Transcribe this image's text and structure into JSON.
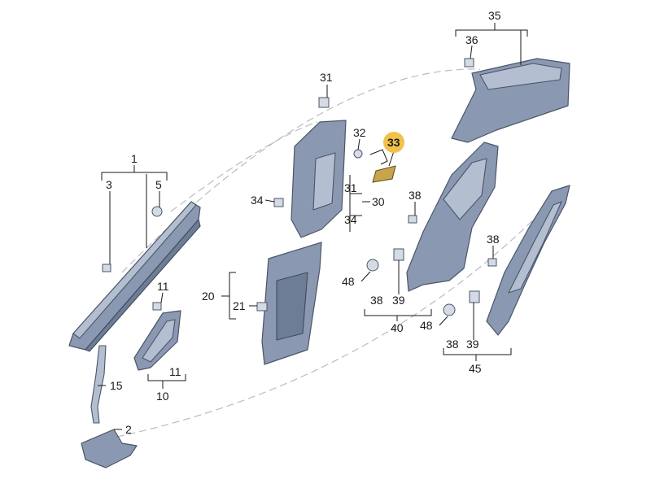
{
  "title": "Pillar trim panels — exploded parts diagram",
  "highlight_color": "#f0c24a",
  "part_color": "#8a99b1",
  "labels": {
    "p1": "1",
    "p2": "2",
    "p3": "3",
    "p5": "5",
    "p10": "10",
    "p11a": "11",
    "p11b": "11",
    "p15": "15",
    "p20": "20",
    "p21": "21",
    "p30": "30",
    "p31a": "31",
    "p31b": "31",
    "p32": "32",
    "p33": "33",
    "p34a": "34",
    "p34b": "34",
    "p35": "35",
    "p36": "36",
    "p38a": "38",
    "p38b": "38",
    "p38c": "38",
    "p38d": "38",
    "p39a": "39",
    "p39b": "39",
    "p40": "40",
    "p45": "45",
    "p48a": "48",
    "p48b": "48"
  }
}
